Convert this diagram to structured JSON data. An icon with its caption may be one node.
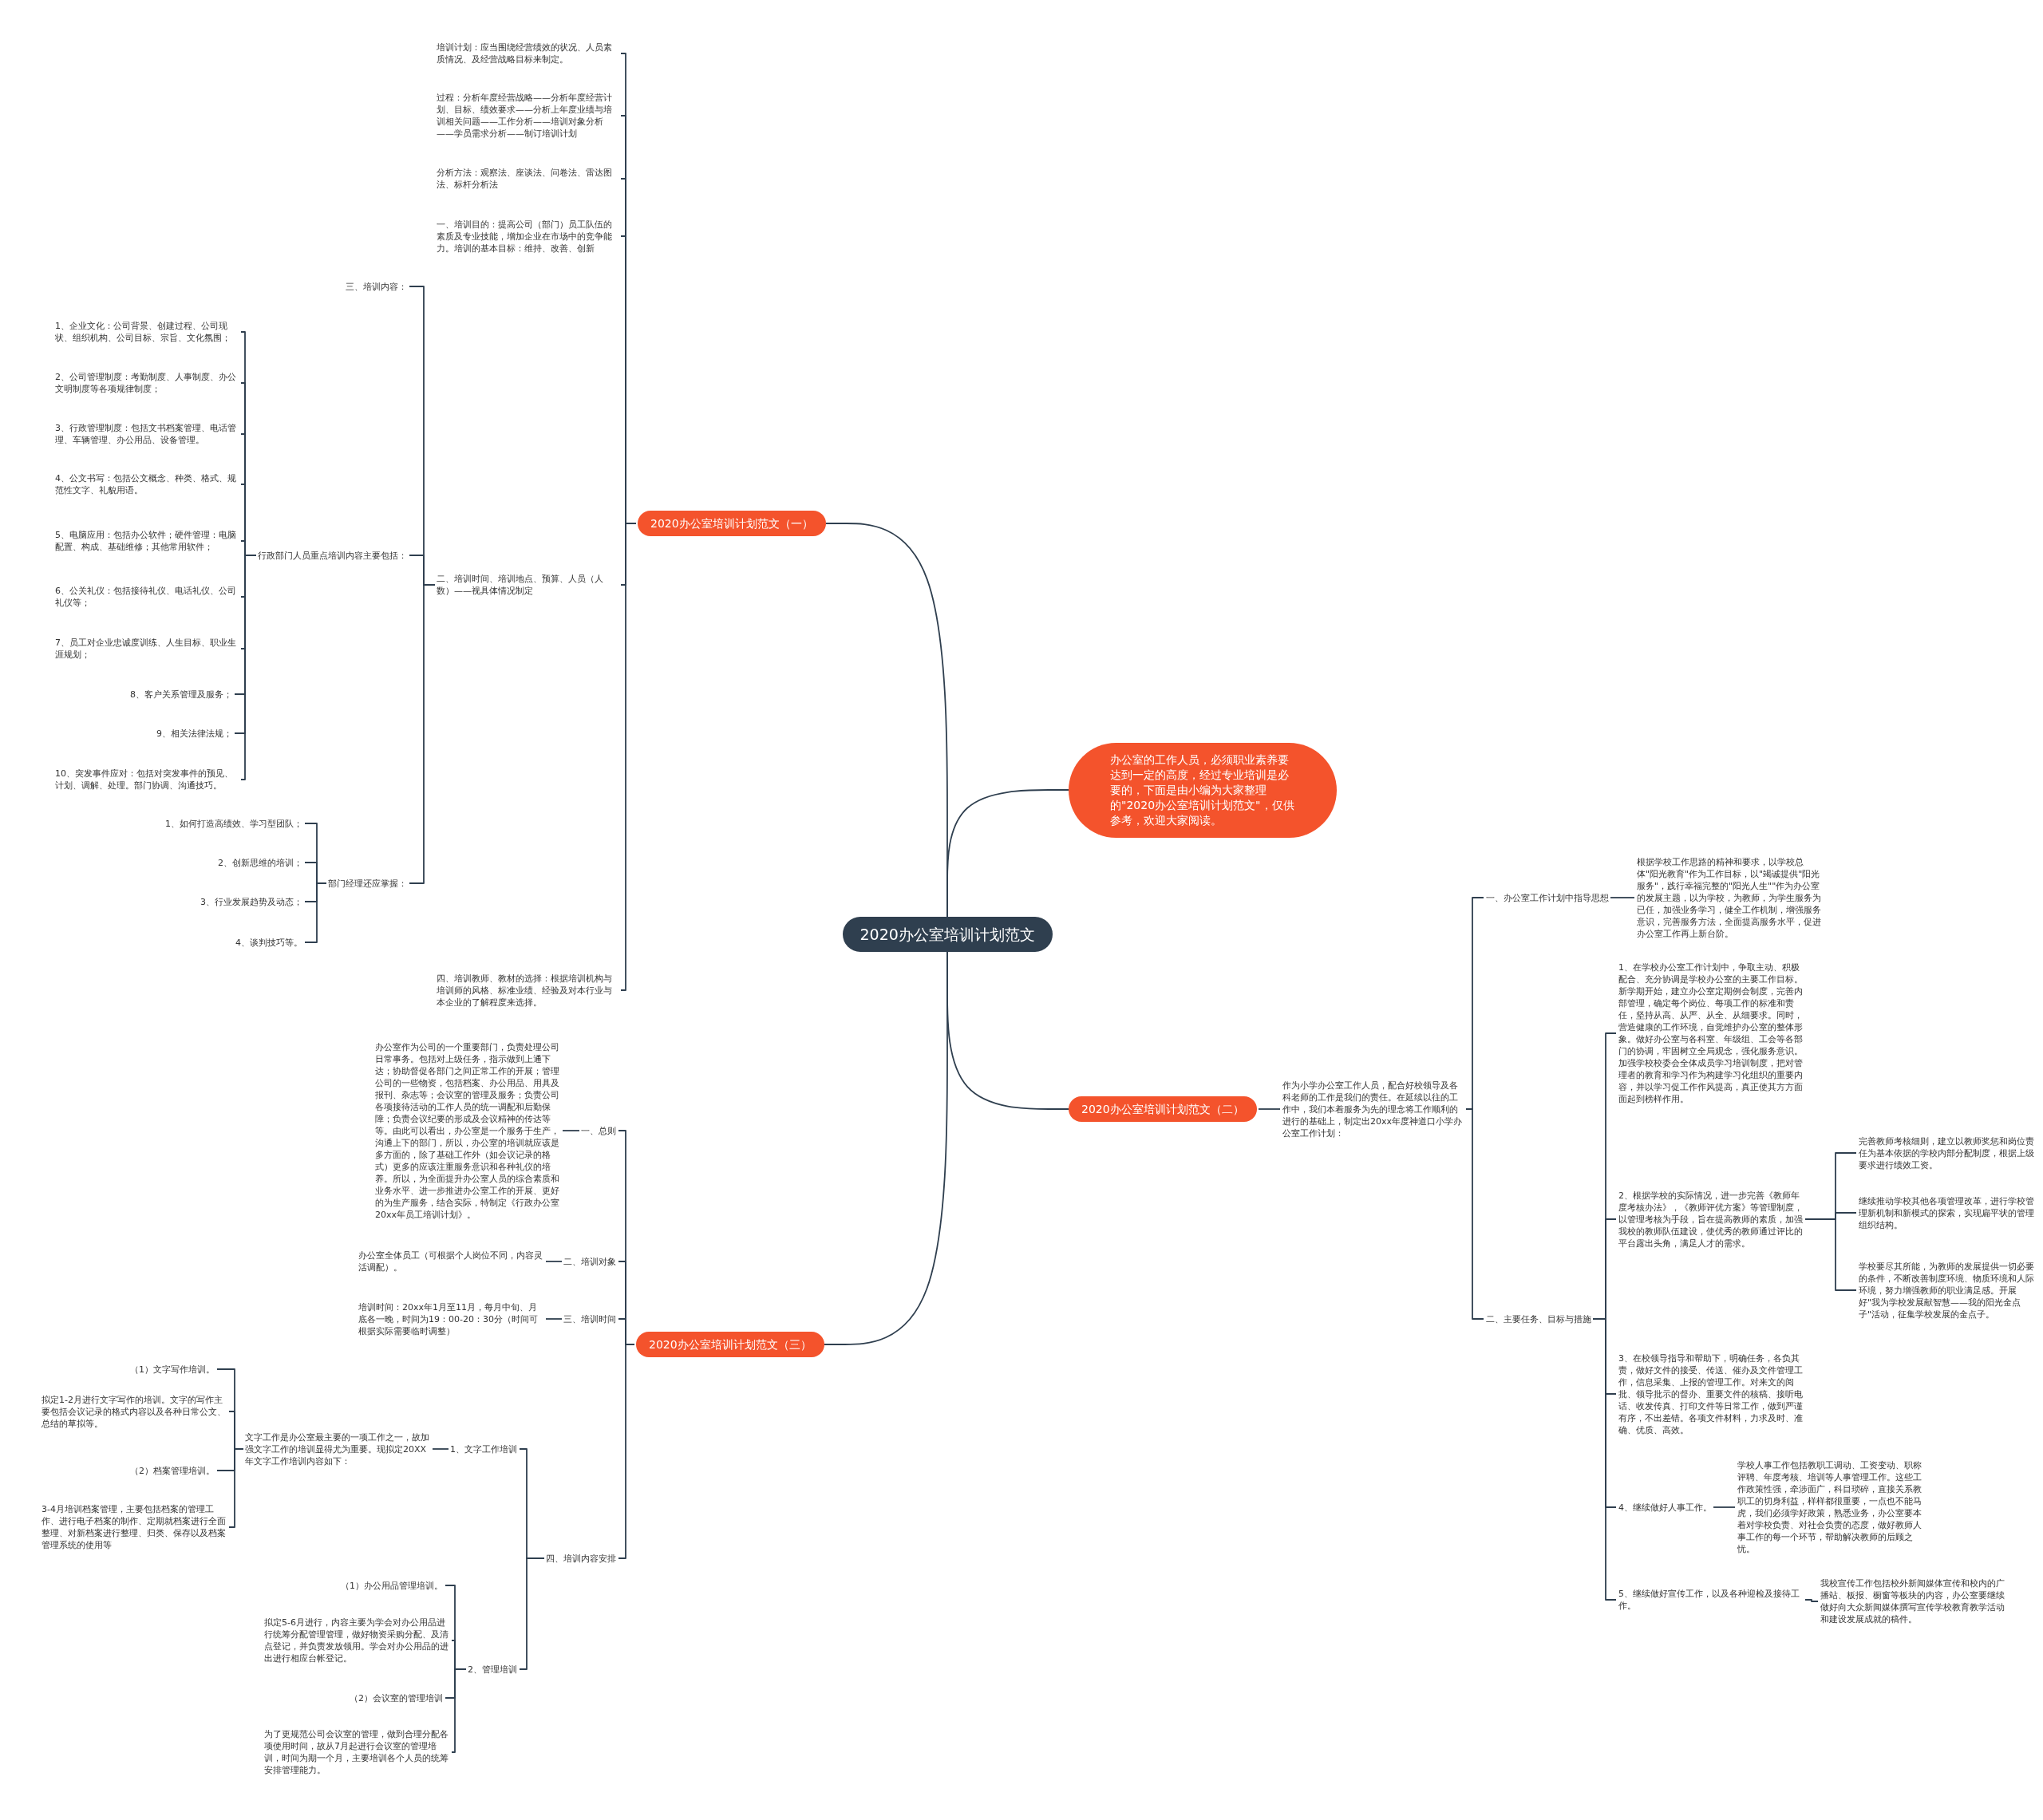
{
  "diagram": {
    "nodes": [
      {
        "text": [
          "2020办公室培训计划范文"
        ]
      },
      {
        "text": [
          "2020办公室培训计划范文（一）"
        ]
      },
      {
        "text": [
          "培训计划：应当围绕经营绩效的状况、人员素质情况、及经营战略目标来制定。"
        ]
      },
      {
        "text": [
          "过程：分析年度经营战略——分析年度经营计划、目标、绩效要求——分析上年度业绩与培训相关问题——工作分析——培训对象分析——学员需求分析——制订培训计划"
        ]
      },
      {
        "text": [
          "分析方法：观察法、座谈法、问卷法、雷达图法、标杆分析法"
        ]
      },
      {
        "text": [
          "一、培训目的：提高公司（部门）员工队伍的素质及专业技能，增加企业在市场中的竞争能力。培训的基本目标：维持、改善、创新"
        ]
      },
      {
        "text": [
          "二、培训时间、培训地点、预算、人员（人数）——视具体情况制定"
        ]
      },
      {
        "text": [
          "三、培训内容："
        ]
      },
      {
        "text": [
          "行政部门人员重点培训内容主要包括："
        ]
      },
      {
        "text": [
          "1、企业文化：公司背景、创建过程、公司现状、组织机构、公司目标、宗旨、文化氛围；"
        ]
      },
      {
        "text": [
          "2、公司管理制度：考勤制度、人事制度、办公文明制度等各项规律制度；"
        ]
      },
      {
        "text": [
          "3、行政管理制度：包括文书档案管理、电话管理、车辆管理、办公用品、设备管理。"
        ]
      },
      {
        "text": [
          "4、公文书写：包括公文概念、种类、格式、规范性文字、礼貌用语。"
        ]
      },
      {
        "text": [
          "5、电脑应用：包括办公软件；硬件管理：电脑配置、构成、基础维修；其他常用软件；"
        ]
      },
      {
        "text": [
          "6、公关礼仪：包括接待礼仪、电话礼仪、公司礼仪等；"
        ]
      },
      {
        "text": [
          "7、员工对企业忠诚度训练、人生目标、职业生涯规划；"
        ]
      },
      {
        "text": [
          "8、客户关系管理及服务；"
        ]
      },
      {
        "text": [
          "9、相关法律法规；"
        ]
      },
      {
        "text": [
          "10、突发事件应对：包括对突发事件的预见、计划、调解、处理。部门协调、沟通技巧。"
        ]
      },
      {
        "text": [
          "部门经理还应掌握："
        ]
      },
      {
        "text": [
          "1、如何打造高绩效、学习型团队；"
        ]
      },
      {
        "text": [
          "2、创新思维的培训；"
        ]
      },
      {
        "text": [
          "3、行业发展趋势及动态；"
        ]
      },
      {
        "text": [
          "4、谈判技巧等。"
        ]
      },
      {
        "text": [
          "四、培训教师、教材的选择：根据培训机构与培训师的风格、标准业绩、经验及对本行业与本企业的了解程度来选择。"
        ]
      },
      {
        "text": [
          "办公室的工作人员，必须职业素养要达到一定的高度，经过专业培训是必要的，下面是由小编为大家整理的\"2020办公室培训计划范文\"，仅供参考，欢迎大家阅读。"
        ]
      },
      {
        "text": [
          "2020办公室培训计划范文（二）"
        ]
      },
      {
        "text": [
          "作为小学办公室工作人员，配合好校领导及各科老师的工作是我们的责任。在延续以往的工作中，我们本着服务为先的理念将工作顺利的进行的基础上，制定出20xx年度神道口小学办公室工作计划："
        ]
      },
      {
        "text": [
          "一、办公室工作计划中指导思想"
        ]
      },
      {
        "text": [
          "根据学校工作思路的精神和要求，以学校总体\"阳光教育\"作为工作目标，以\"竭诚提供\"阳光服务\"，践行幸福完整的\"阳光人生\"\"作为办公室的发展主题，以为学校，为教师，为学生服务为已任，加强业务学习，健全工作机制，增强服务意识，完善服务方法，全面提高服务水平，促进办公室工作再上新台阶。"
        ]
      },
      {
        "text": [
          "二、主要任务、目标与措施"
        ]
      },
      {
        "text": [
          "1、在学校办公室工作计划中，争取主动、积极配合、充分协调是学校办公室的主要工作目标。新学期开始，建立办公室定期例会制度，完善内部管理，确定每个岗位、每项工作的标准和责任，坚持从高、从严、从全、从细要求。同时，营造健康的工作环境，自觉维护办公室的整体形象。做好办公室与各科室、年级组、工会等各部门的协调，牢固树立全局观念，强化服务意识。加强学校校委会全体成员学习培训制度，把对管理者的教育和学习作为构建学习化组织的重要内容，并以学习促工作作风提高，真正使其方方面面起到榜样作用。"
        ]
      },
      {
        "text": [
          "2、根据学校的实际情况，进一步完善《教师年度考核办法》，《教师评优方案》等管理制度，以管理考核为手段，旨在提高教师的素质，加强我校的教师队伍建设，使优秀的教师通过评比的平台露出头角，满足人才的需求。"
        ]
      },
      {
        "text": [
          "完善教师考核细则，建立以教师奖惩和岗位责任为基本依据的学校内部分配制度，根据上级要求进行绩效工资。"
        ]
      },
      {
        "text": [
          "继续推动学校其他各项管理改革，进行学校管理新机制和新模式的探索，实现扁平状的管理组织结构。"
        ]
      },
      {
        "text": [
          "学校要尽其所能，为教师的发展提供一切必要的条件，不断改善制度环境、物质环境和人际环境，努力增强教师的职业满足感。开展好\"我为学校发展献智慧——我的阳光金点子\"活动，征集学校发展的金点子。"
        ]
      },
      {
        "text": [
          "3、在校领导指导和帮助下，明确任务，各负其责，做好文件的接受、传送、催办及文件管理工作，信息采集、上报的管理工作。对来文的阅批、领导批示的督办、重要文件的核稿、接听电话、收发传真、打印文件等日常工作，做到严谨有序，不出差错。各项文件材料，力求及时、准确、优质、高效。"
        ]
      },
      {
        "text": [
          "4、继续做好人事工作。"
        ]
      },
      {
        "text": [
          "学校人事工作包括教职工调动、工资变动、职称评聘、年度考核、培训等人事管理工作。这些工作政策性强，牵涉面广，科目琐碎，直接关系教职工的切身利益，样样都很重要，一点也不能马虎，我们必须学好政策，熟悉业务，办公室要本着对学校负责、对社会负责的态度，做好教师人事工作的每一个环节，帮助解决教师的后顾之忧。"
        ]
      },
      {
        "text": [
          "5、继续做好宣传工作，以及各种迎检及接待工作。"
        ]
      },
      {
        "text": [
          "我校宣传工作包括校外新闻媒体宣传和校内的广播站、板报、橱窗等板块的内容，办公室要继续做好向大众新闻媒体撰写宣传学校教育教学活动和建设发展成就的稿件。"
        ]
      },
      {
        "text": [
          "2020办公室培训计划范文（三）"
        ]
      },
      {
        "text": [
          "一、总则"
        ]
      },
      {
        "text": [
          "办公室作为公司的一个重要部门，负责处理公司日常事务。包括对上级任务，指示做到上通下达；协助督促各部门之间正常工作的开展；管理公司的一些物资，包括档案、办公用品、用具及报刊、杂志等；会议室的管理及服务；负责公司各项接待活动的工作人员的统一调配和后勤保障；负责会议纪要的形成及会议精神的传达等等。由此可以看出，办公室是一个服务于生产，沟通上下的部门，所以，办公室的培训就应该是多方面的，除了基础工作外（如会议记录的格式）更多的应该注重服务意识和各种礼仪的培养。所以，为全面提升办公室人员的综合素质和业务水平、进一步推进办公室工作的开展、更好的为生产服务，结合实际，特制定《行政办公室20xx年员工培训计划》。"
        ]
      },
      {
        "text": [
          "二、培训对象"
        ]
      },
      {
        "text": [
          "办公室全体员工（可根据个人岗位不同，内容灵活调配）。"
        ]
      },
      {
        "text": [
          "三、培训时间"
        ]
      },
      {
        "text": [
          "培训时间：20xx年1月至11月，每月中旬、月底各一晚，时间为19：00-20：30分（时间可根据实际需要临时调整）"
        ]
      },
      {
        "text": [
          "四、培训内容安排"
        ]
      },
      {
        "text": [
          "1、文字工作培训"
        ]
      },
      {
        "text": [
          "文字工作是办公室最主要的一项工作之一，故加强文字工作的培训显得尤为重要。现拟定20XX年文字工作培训内容如下："
        ]
      },
      {
        "text": [
          "（1）文字写作培训。"
        ]
      },
      {
        "text": [
          "拟定1-2月进行文字写作的培训。文字的写作主要包括会议记录的格式内容以及各种日常公文、总结的草拟等。"
        ]
      },
      {
        "text": [
          "（2）档案管理培训。"
        ]
      },
      {
        "text": [
          "3-4月培训档案管理，主要包括档案的管理工作、进行电子档案的制作、定期就档案进行全面整理、对新档案进行整理、归类、保存以及档案管理系统的使用等"
        ]
      },
      {
        "text": [
          "2、管理培训"
        ]
      },
      {
        "text": [
          "（1）办公用品管理培训。"
        ]
      },
      {
        "text": [
          "拟定5-6月进行，内容主要为学会对办公用品进行统筹分配管理管理，做好物资采购分配、及清点登记，并负责发放领用。学会对办公用品的进出进行相应台帐登记。"
        ]
      },
      {
        "text": [
          "（2）会议室的管理培训"
        ]
      },
      {
        "text": [
          "为了更规范公司会议室的管理，做到合理分配各项使用时间，故从7月起进行会议室的管理培训，时间为期一个月，主要培训各个人员的统筹安排管理能力。"
        ]
      }
    ],
    "edges": [
      {
        "from": 0,
        "to": 1,
        "arrow": "none"
      },
      {
        "from": 0,
        "to": 25,
        "arrow": "none"
      },
      {
        "from": 0,
        "to": 26,
        "arrow": "none"
      },
      {
        "from": 0,
        "to": 41,
        "arrow": "none"
      },
      {
        "from": 1,
        "to": 2,
        "arrow": "none"
      },
      {
        "from": 1,
        "to": 3,
        "arrow": "none"
      },
      {
        "from": 1,
        "to": 4,
        "arrow": "none"
      },
      {
        "from": 1,
        "to": 5,
        "arrow": "none"
      },
      {
        "from": 1,
        "to": 6,
        "arrow": "none"
      },
      {
        "from": 1,
        "to": 24,
        "arrow": "none"
      },
      {
        "from": 6,
        "to": 7,
        "arrow": "none"
      },
      {
        "from": 6,
        "to": 8,
        "arrow": "none"
      },
      {
        "from": 6,
        "to": 19,
        "arrow": "none"
      },
      {
        "from": 8,
        "to": 9,
        "arrow": "none"
      },
      {
        "from": 8,
        "to": 10,
        "arrow": "none"
      },
      {
        "from": 8,
        "to": 11,
        "arrow": "none"
      },
      {
        "from": 8,
        "to": 12,
        "arrow": "none"
      },
      {
        "from": 8,
        "to": 13,
        "arrow": "none"
      },
      {
        "from": 8,
        "to": 14,
        "arrow": "none"
      },
      {
        "from": 8,
        "to": 15,
        "arrow": "none"
      },
      {
        "from": 8,
        "to": 16,
        "arrow": "none"
      },
      {
        "from": 8,
        "to": 17,
        "arrow": "none"
      },
      {
        "from": 8,
        "to": 18,
        "arrow": "none"
      },
      {
        "from": 19,
        "to": 20,
        "arrow": "none"
      },
      {
        "from": 19,
        "to": 21,
        "arrow": "none"
      },
      {
        "from": 19,
        "to": 22,
        "arrow": "none"
      },
      {
        "from": 19,
        "to": 23,
        "arrow": "none"
      },
      {
        "from": 26,
        "to": 27,
        "arrow": "none"
      },
      {
        "from": 27,
        "to": 28,
        "arrow": "none"
      },
      {
        "from": 27,
        "to": 30,
        "arrow": "none"
      },
      {
        "from": 28,
        "to": 29,
        "arrow": "none"
      },
      {
        "from": 30,
        "to": 31,
        "arrow": "none"
      },
      {
        "from": 30,
        "to": 32,
        "arrow": "none"
      },
      {
        "from": 30,
        "to": 36,
        "arrow": "none"
      },
      {
        "from": 30,
        "to": 37,
        "arrow": "none"
      },
      {
        "from": 30,
        "to": 39,
        "arrow": "none"
      },
      {
        "from": 32,
        "to": 33,
        "arrow": "none"
      },
      {
        "from": 32,
        "to": 34,
        "arrow": "none"
      },
      {
        "from": 32,
        "to": 35,
        "arrow": "none"
      },
      {
        "from": 37,
        "to": 38,
        "arrow": "none"
      },
      {
        "from": 39,
        "to": 40,
        "arrow": "none"
      },
      {
        "from": 41,
        "to": 42,
        "arrow": "none"
      },
      {
        "from": 41,
        "to": 44,
        "arrow": "none"
      },
      {
        "from": 41,
        "to": 46,
        "arrow": "none"
      },
      {
        "from": 41,
        "to": 48,
        "arrow": "none"
      },
      {
        "from": 42,
        "to": 43,
        "arrow": "none"
      },
      {
        "from": 44,
        "to": 45,
        "arrow": "none"
      },
      {
        "from": 46,
        "to": 47,
        "arrow": "none"
      },
      {
        "from": 48,
        "to": 49,
        "arrow": "none"
      },
      {
        "from": 48,
        "to": 55,
        "arrow": "none"
      },
      {
        "from": 49,
        "to": 50,
        "arrow": "none"
      },
      {
        "from": 50,
        "to": 51,
        "arrow": "none"
      },
      {
        "from": 50,
        "to": 52,
        "arrow": "none"
      },
      {
        "from": 50,
        "to": 53,
        "arrow": "none"
      },
      {
        "from": 50,
        "to": 54,
        "arrow": "none"
      },
      {
        "from": 55,
        "to": 56,
        "arrow": "none"
      },
      {
        "from": 55,
        "to": 57,
        "arrow": "none"
      },
      {
        "from": 55,
        "to": 58,
        "arrow": "none"
      },
      {
        "from": 55,
        "to": 59,
        "arrow": "none"
      }
    ]
  }
}
